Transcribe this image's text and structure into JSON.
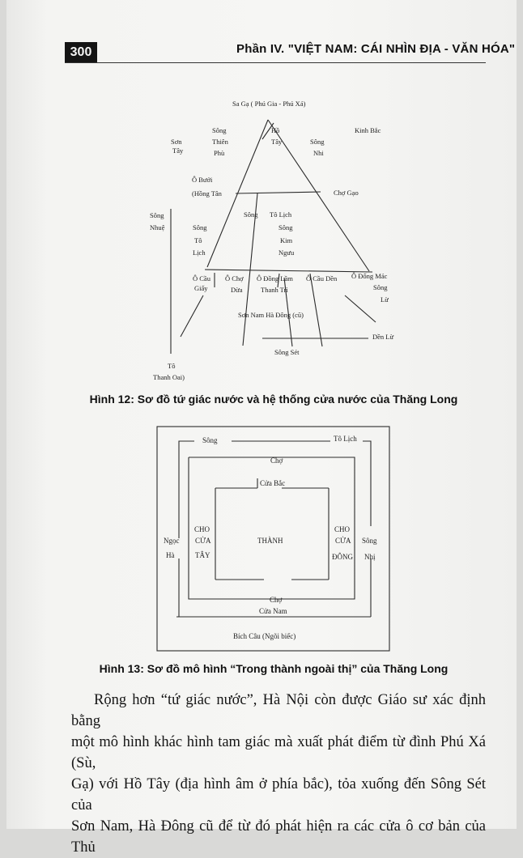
{
  "header": {
    "page_number": "300",
    "title": "Phần IV. \"VIỆT NAM: CÁI NHÌN ĐỊA - VĂN HÓA\""
  },
  "figure12": {
    "labels": {
      "top": "Sa Gạ ( Phú Gia - Phú Xá)",
      "song_thien_phu_1": "Sông",
      "song_thien_phu_2": "Thiên",
      "song_thien_phu_3": "Phù",
      "ho_tay_1": "Hồ",
      "ho_tay_2": "Tây",
      "kinh_bac": "Kinh Bắc",
      "son_tay_1": "Sơn",
      "son_tay_2": "Tây",
      "song_nhi_1": "Sông",
      "song_nhi_2": "Nhi",
      "o_buoi_1": "Ô Bưởi",
      "o_buoi_2": "(Hồng Tân",
      "cho_gao": "Chợ Gạo",
      "song_nhue_1": "Sông",
      "song_nhue_2": "Nhuệ",
      "song_to_lich_left_1": "Sông",
      "song_to_lich_left_2": "Tô",
      "song_to_lich_left_3": "Lịch",
      "song_mid": "Sông",
      "to_lich_mid": "Tô Lịch",
      "kim_nguu_1": "Sông",
      "kim_nguu_2": "Kim",
      "kim_nguu_3": "Ngưu",
      "o_cau_giay_1": "Ô Cầu",
      "o_cau_giay_2": "Giấy",
      "o_cho_dua_1": "Ô Chợ",
      "o_cho_dua_2": "Dừa",
      "o_dong_lam_1": "Ô Đồng Lầm",
      "o_dong_lam_2": "Thanh Trì",
      "o_cau_den": "Ô Cầu Dền",
      "o_dong_mac": "Ô Đống Mác",
      "song_lu_1": "Sông",
      "song_lu_2": "Lừ",
      "son_nam": "Sơn Nam Hà Đông (cũ)",
      "den_lu": "Dền Lừ",
      "song_set": "Sông Sét",
      "to_bottom": "Tô",
      "thanh_oai": "Thanh Oai)"
    },
    "caption": "Hình 12: Sơ đồ tứ giác nước và hệ thống cửa nước của Thăng Long"
  },
  "figure13": {
    "labels": {
      "song": "Sông",
      "to_lich": "Tô Lịch",
      "cho_top": "Chợ",
      "cua_bac": "Cửa Bắc",
      "cho_cua_tay_1": "CHO",
      "cho_cua_tay_2": "CỬA",
      "cho_cua_tay_3": "TÂY",
      "thanh": "THÀNH",
      "cho_cua_dong_1": "CHO",
      "cho_cua_dong_2": "CỬA",
      "cho_cua_dong_3": "ĐÔNG",
      "ngoc_ha_1": "Ngọc",
      "ngoc_ha_2": "Hà",
      "song_nhi_1": "Sông",
      "song_nhi_2": "Nhị",
      "cho_bottom": "Chợ",
      "cua_nam": "Cửa Nam",
      "bich_cau": "Bích Câu (Ngõi biếc)"
    },
    "caption": "Hình 13: Sơ đồ mô hình “Trong thành ngoài thị” của Thăng Long"
  },
  "body": {
    "line1": "Rộng hơn “tứ giác nước”, Hà Nội còn được Giáo sư xác định bằng",
    "line2": "một mô hình khác hình tam giác mà xuất phát điểm từ đình Phú Xá (Sù,",
    "line3": "Gạ) với Hồ Tây (địa hình âm ở phía bắc), tỏa xuống đến Sông Sét của",
    "line4": "Sơn Nam, Hà Đông cũ để từ đó phát hiện ra các cửa ô cơ bản của Thủ"
  }
}
